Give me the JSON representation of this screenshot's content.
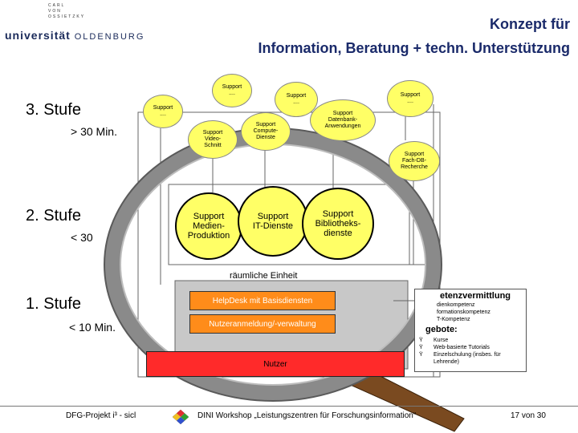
{
  "logo": {
    "line1": "CARL",
    "line2": "VON",
    "line3": "OSSIETZKY",
    "main_a": "universität",
    "main_b": "OLDENBURG"
  },
  "title": {
    "line1": "Konzept für",
    "line2": "Information, Beratung + techn. Unterstützung"
  },
  "stages": [
    {
      "name": "3. Stufe",
      "time": ">  30 Min."
    },
    {
      "name": "2. Stufe",
      "time": "<  30"
    },
    {
      "name": "1. Stufe",
      "time": "< 10 Min."
    }
  ],
  "small_circles": [
    {
      "text": "Support\n...."
    },
    {
      "text": "Support\n...."
    },
    {
      "text": "Support\n...."
    },
    {
      "text": "Support\n...."
    },
    {
      "text": "Support\nVideo-\nSchnitt"
    },
    {
      "text": "Support\nCompute-\nDienste"
    },
    {
      "text": "Support\nDatenbank-\nAnwendungen"
    },
    {
      "text": "Support\nFach-DB-\nRecherche"
    }
  ],
  "big_circles": [
    {
      "text": "Support\nMedien-\nProduktion"
    },
    {
      "text": "Support\nIT-Dienste"
    },
    {
      "text": "Support\nBibliotheks-\ndienste"
    }
  ],
  "unit_label": "räumliche Einheit",
  "boxes": {
    "helpdesk": "HelpDesk mit Basisdiensten",
    "registration": "Nutzeranmeldung/-verwaltung",
    "user": "Nutzer"
  },
  "competence": {
    "title": "etenzvermittlung",
    "items": [
      "dienkompetenz",
      "formationskompetenz",
      "T-Kompetenz"
    ],
    "offers_title": "gebote:",
    "offer_bullets": [
      "Ÿ",
      "Ÿ",
      "Ÿ"
    ],
    "offers": [
      "Kurse",
      "Web-basierte Tutorials",
      "Einzelschulung (insbes. für",
      "Lehrende)"
    ]
  },
  "footer": {
    "left": "DFG-Projekt  i³ - sicl",
    "center": "DINI Workshop „Leistungszentren für Forschungsinformation“",
    "right": "17 von 30"
  },
  "colors": {
    "title": "#1a2a6a",
    "circle_fill": "#ffff66",
    "orange": "#ff8c1a",
    "red": "#ff2a2a",
    "gray_panel": "#c8c8c8",
    "magnifier_ring": "#8a8a8a",
    "handle": "#7a4a20"
  },
  "icons": {
    "magnifier": "magnifying-glass-icon",
    "logo_footer": "colorful-diamond-icon"
  }
}
